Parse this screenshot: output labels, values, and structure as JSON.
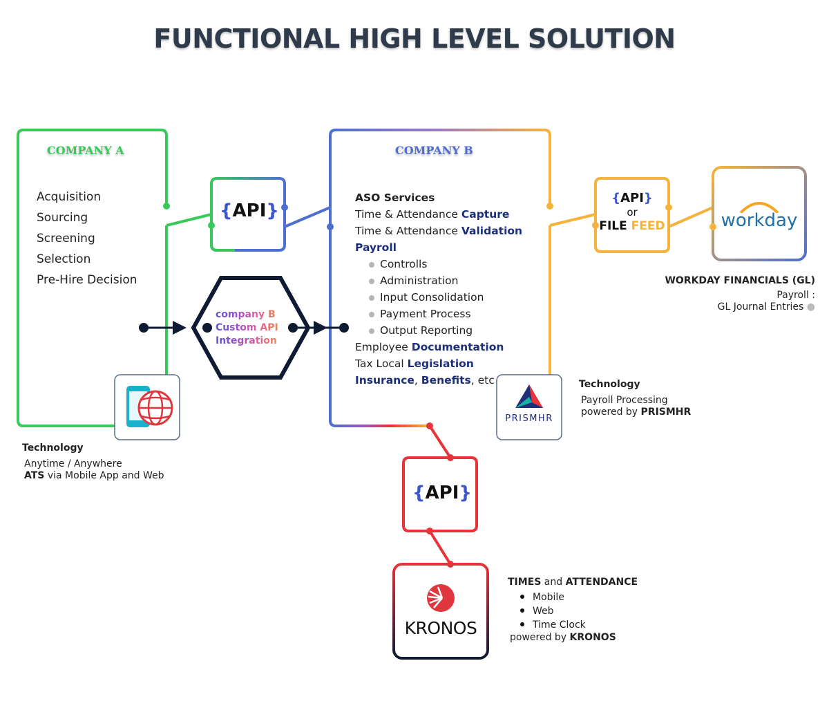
{
  "title": "FUNCTIONAL HIGH LEVEL SOLUTION",
  "company_a": {
    "title": "COMPANY A",
    "items": [
      "Acquisition",
      "Sourcing",
      "Screening",
      "Selection",
      "Pre-Hire Decision"
    ],
    "tech_title": "Technology",
    "tech_line1": "Anytime / Anywhere",
    "tech_line2_bold": "ATS",
    "tech_line2_rest": " via Mobile App and Web"
  },
  "api_left": {
    "open": "{",
    "text": "API",
    "close": "}"
  },
  "custom_api": {
    "line1": "company B",
    "line2": "Custom API",
    "line3": "Integration"
  },
  "company_b": {
    "title": "COMPANY B",
    "aso": "ASO Services",
    "ta_capture_a": "Time & Attendance ",
    "ta_capture_b": "Capture",
    "ta_valid_a": "Time & Attendance ",
    "ta_valid_b": "Validation",
    "payroll": "Payroll",
    "payroll_items": [
      "Controlls",
      "Administration",
      "Input Consolidation",
      "Payment Process",
      "Output Reporting"
    ],
    "emp_a": "Employee ",
    "emp_b": "Documentation",
    "tax_a": "Tax Local ",
    "tax_b": "Legislation",
    "ins_a": "Insurance",
    "ins_sep": ", ",
    "ins_b": "Benefits",
    "ins_c": ", etc",
    "tech_title": "Technology",
    "tech_line1": "Payroll Processing",
    "tech_line2_a": "powered by ",
    "tech_line2_b": "PRISMHR"
  },
  "prism_logo": "PRISMHR",
  "api_right": {
    "open": "{",
    "text": "API",
    "close": "}",
    "or": "or",
    "file": "FILE ",
    "feed": "FEED"
  },
  "workday": {
    "logo": "workday",
    "caption": "WORKDAY FINANCIALS (GL)",
    "line1": "Payroll :",
    "line2": "GL Journal Entries"
  },
  "api_bottom": {
    "open": "{",
    "text": "API",
    "close": "}"
  },
  "kronos": {
    "logo": "KRONOS",
    "title_a": "TIMES",
    "title_mid": " and ",
    "title_b": "ATTENDANCE",
    "items": [
      "Mobile",
      "Web",
      "Time Clock"
    ],
    "powered_a": "powered by ",
    "powered_b": "KRONOS"
  },
  "colors": {
    "green": "#39c95b",
    "blue": "#4f6fd0",
    "orange": "#f5b33d",
    "red": "#e8333a",
    "navy": "#0f1a33",
    "workday_blue": "#1f6fa8"
  }
}
